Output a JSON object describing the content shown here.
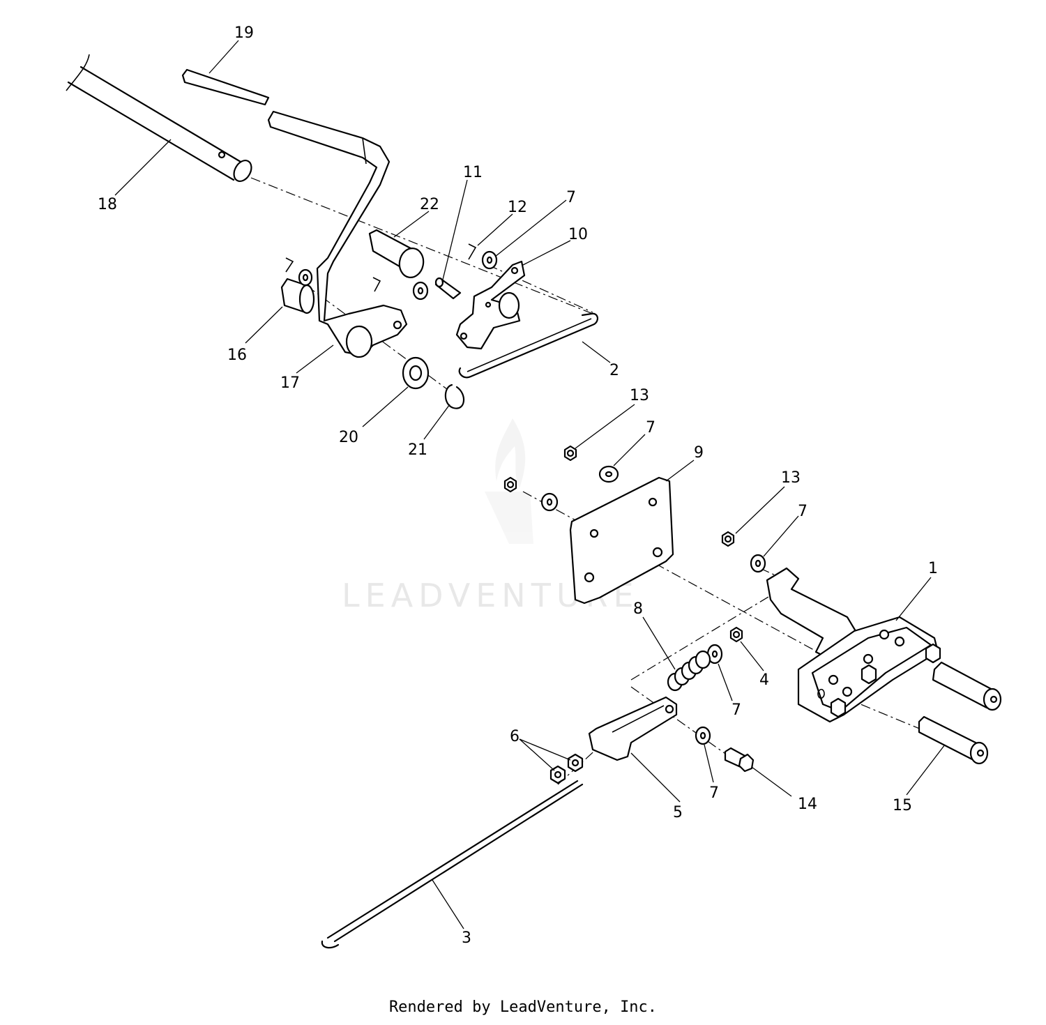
{
  "diagram": {
    "callouts": [
      "19",
      "18",
      "11",
      "22",
      "12",
      "7",
      "10",
      "16",
      "17",
      "2",
      "20",
      "21",
      "13",
      "7",
      "9",
      "13",
      "7",
      "1",
      "8",
      "4",
      "7",
      "6",
      "5",
      "7",
      "14",
      "15",
      "3"
    ],
    "watermark": "LEADVENTURE"
  },
  "footer": {
    "text": "Rendered by LeadVenture, Inc."
  }
}
